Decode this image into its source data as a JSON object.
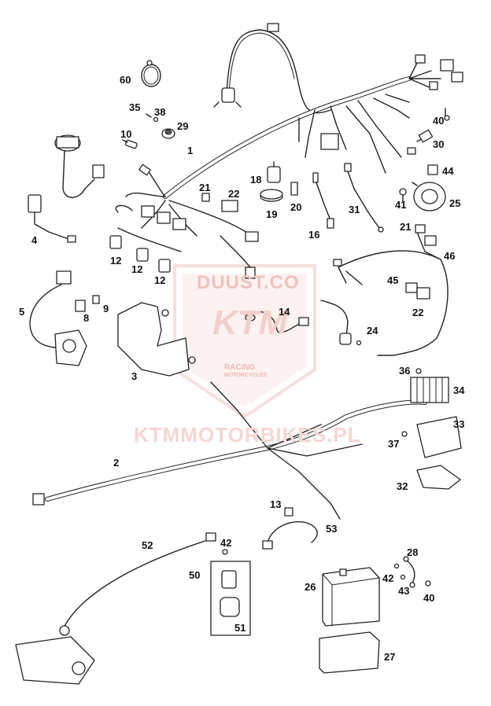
{
  "watermark": {
    "site": "DUUST.CO",
    "brand": "KTM",
    "tagline_1": "RACING",
    "tagline_2": "MOTORCYCLES",
    "bottom": "KTMMOTORBIKES.PL"
  },
  "callouts": {
    "c60": "60",
    "c35": "35",
    "c38": "38",
    "c10": "10",
    "c29": "29",
    "c1": "1",
    "c4": "4",
    "c12a": "12",
    "c12b": "12",
    "c12c": "12",
    "c21a": "21",
    "c22a": "22",
    "c18": "18",
    "c19": "19",
    "c20": "20",
    "c16": "16",
    "c31": "31",
    "c40a": "40",
    "c30": "30",
    "c44": "44",
    "c41": "41",
    "c25": "25",
    "c21b": "21",
    "c46": "46",
    "c45": "45",
    "c22b": "22",
    "c5": "5",
    "c9": "9",
    "c8": "8",
    "c3": "3",
    "c14": "14",
    "c24": "24",
    "c36": "36",
    "c34": "34",
    "c33": "33",
    "c37": "37",
    "c2": "2",
    "c32": "32",
    "c13": "13",
    "c53": "53",
    "c52": "52",
    "c42a": "42",
    "c50": "50",
    "c51": "51",
    "c28": "28",
    "c26": "26",
    "c42b": "42",
    "c43": "43",
    "c40b": "40",
    "c27": "27"
  },
  "colors": {
    "line": "#222222",
    "watermark": "#e8a59c"
  }
}
